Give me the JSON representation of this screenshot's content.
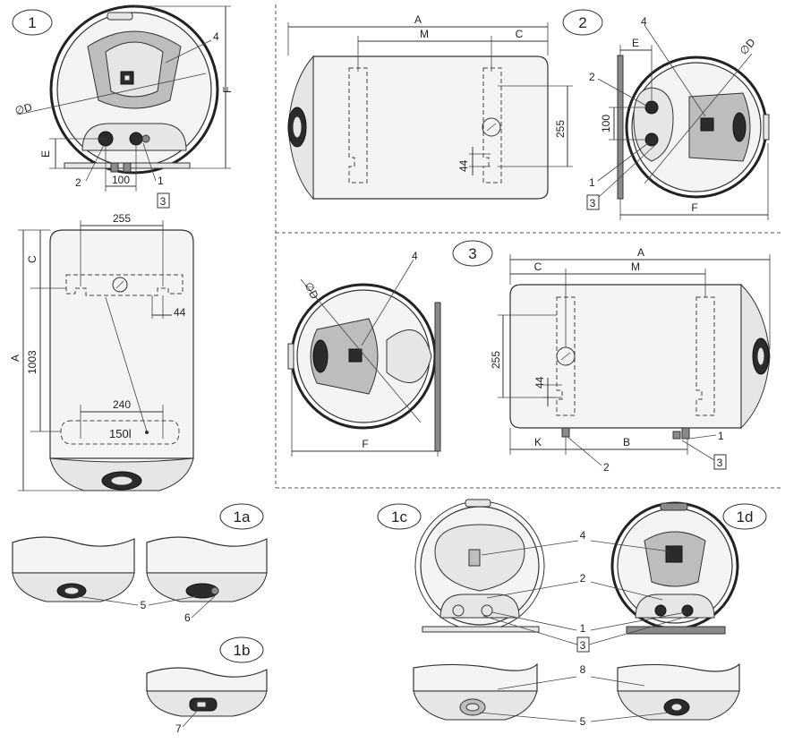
{
  "figure": {
    "view_badges": [
      "1",
      "2",
      "3",
      "1a",
      "1b",
      "1c",
      "1d"
    ],
    "callouts": [
      "1",
      "2",
      "3",
      "4",
      "5",
      "6",
      "7",
      "8"
    ],
    "dimensions": {
      "A": "A",
      "M": "M",
      "C": "C",
      "E": "E",
      "F": "F",
      "K": "K",
      "B": "B",
      "D": "∅D",
      "d100": "100",
      "d255": "255",
      "d44": "44",
      "d240": "240",
      "d1003": "1003"
    },
    "volume_label": "150l",
    "colors": {
      "line": "#333333",
      "fill": "#f4f4f4",
      "shade": "#bdbdbd",
      "dark": "#2b2b2b"
    }
  }
}
